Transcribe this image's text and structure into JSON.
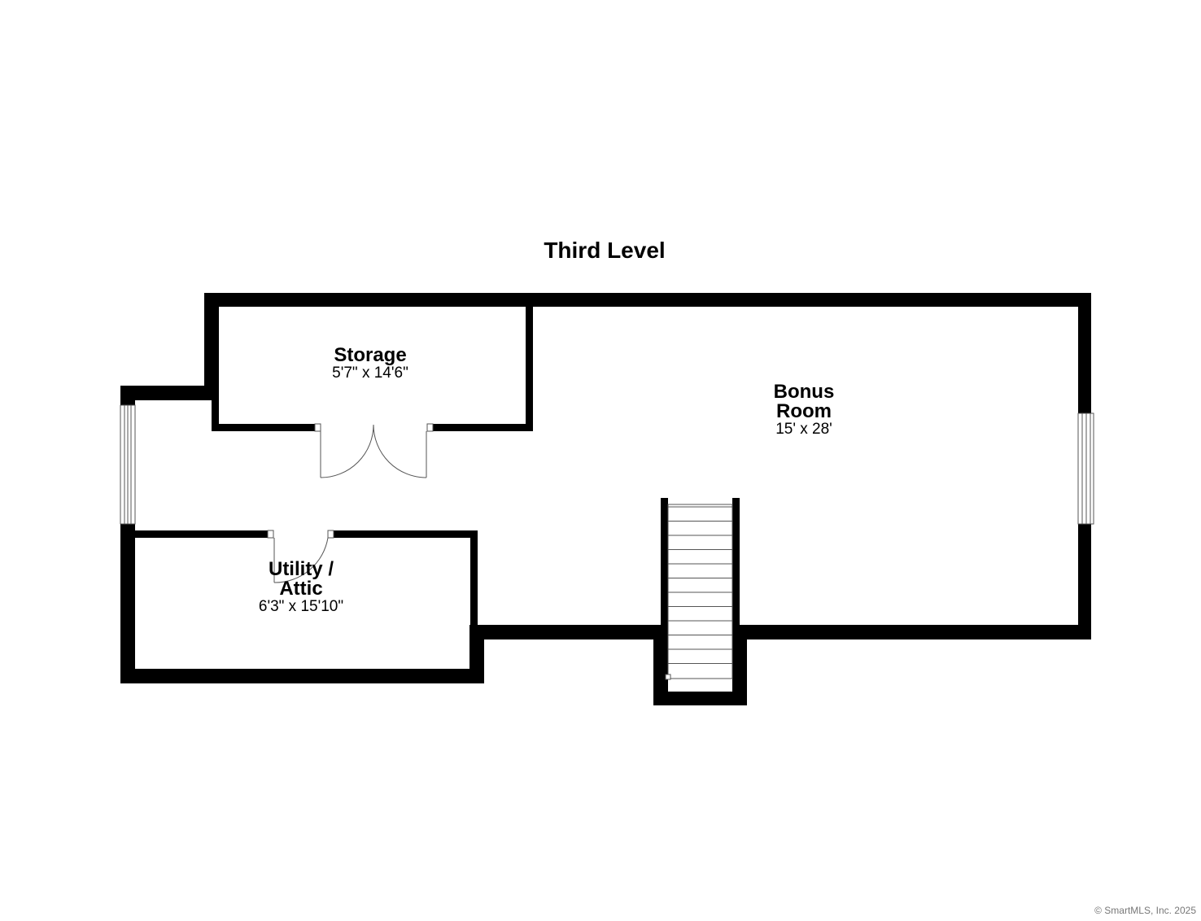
{
  "plan": {
    "title": "Third Level",
    "rooms": [
      {
        "name": "Storage",
        "dims": "5'7\" x 14'6\""
      },
      {
        "name_line1": "Bonus",
        "name_line2": "Room",
        "dims": "15' x 28'"
      },
      {
        "name_line1": "Utility /",
        "name_line2": "Attic",
        "dims": "6'3\" x 15'10\""
      }
    ]
  },
  "footer": {
    "copyright": "© SmartMLS, Inc.  2025"
  },
  "colors": {
    "wall": "#000000",
    "fixture": "#555555",
    "background": "#ffffff"
  }
}
